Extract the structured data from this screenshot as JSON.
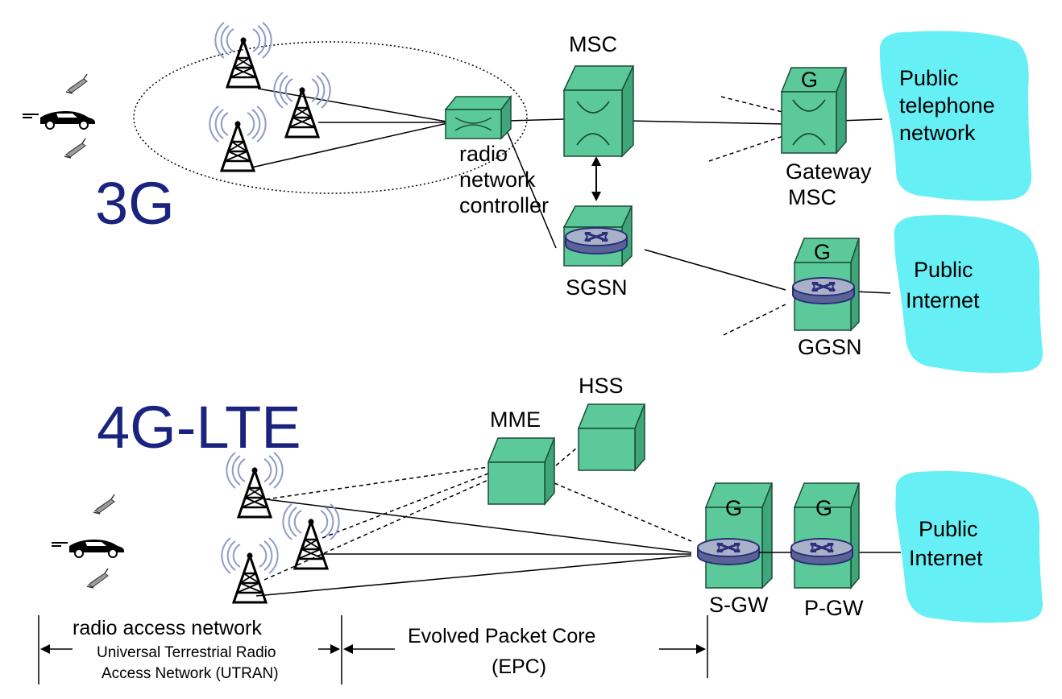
{
  "colors": {
    "box": "#5cc99a",
    "box_stroke": "#1b4d36",
    "cloud": "#66f0f5",
    "router": "#a9b1c9",
    "router_stroke": "#2b2f7a",
    "generation_text": "#1a237e"
  },
  "section_3g": {
    "title": "3G",
    "msc_label": "MSC",
    "rnc_label_lines": [
      "radio",
      "network",
      "controller"
    ],
    "gateway_msc_letter": "G",
    "gateway_msc_label_lines": [
      "Gateway",
      "MSC"
    ],
    "sgsn_label": "SGSN",
    "ggsn_letter": "G",
    "ggsn_label": "GGSN",
    "phone_cloud_lines": [
      "Public",
      "telephone",
      "network"
    ],
    "internet_cloud_lines": [
      "Public",
      "Internet"
    ]
  },
  "section_4g": {
    "title": "4G-LTE",
    "mme_label": "MME",
    "hss_label": "HSS",
    "sgw_letter": "G",
    "sgw_label": "S-GW",
    "pgw_letter": "G",
    "pgw_label": "P-GW",
    "internet_cloud_lines": [
      "Public",
      "Internet"
    ],
    "ran_label": "radio access network",
    "utran_lines": [
      "Universal Terrestrial Radio",
      "Access Network (UTRAN)"
    ],
    "epc_lines": [
      "Evolved Packet Core",
      "(EPC)"
    ]
  },
  "icons": [
    "cell-tower-icon",
    "mobile-phone-icon",
    "car-icon",
    "switch-icon",
    "router-icon"
  ]
}
